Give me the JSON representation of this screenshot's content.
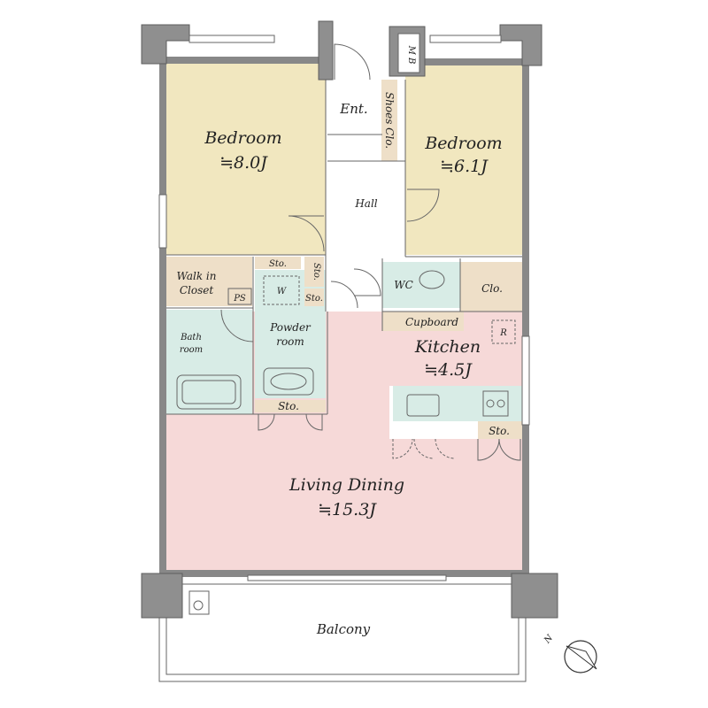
{
  "colors": {
    "bedroom": "#f1e7bf",
    "living": "#f6d9d8",
    "wet": "#d8ece6",
    "storage": "#eedfc8",
    "hall": "#ffffff",
    "wall": "#9a9a9a"
  },
  "rooms": {
    "bedroom_left": {
      "name": "Bedroom",
      "size": "≒8.0J"
    },
    "bedroom_right": {
      "name": "Bedroom",
      "size": "≒6.1J"
    },
    "kitchen": {
      "name": "Kitchen",
      "size": "≒4.5J"
    },
    "living": {
      "name": "Living Dining",
      "size": "≒15.3J"
    },
    "entrance": "Ent.",
    "hall": "Hall",
    "shoes": "Shoes Clo.",
    "mb": "M B",
    "walk_in_1": "Walk in",
    "walk_in_2": "Closet",
    "ps": "PS",
    "washer": "W",
    "powder_1": "Powder",
    "powder_2": "room",
    "bath_1": "Bath",
    "bath_2": "room",
    "wc": "WC",
    "clo": "Clo.",
    "cupboard": "Cupboard",
    "fridge": "R",
    "sto_top": "Sto.",
    "sto_side": "Sto.",
    "sto_small": "Sto.",
    "sto_bottom": "Sto.",
    "sto_kitchen": "Sto.",
    "balcony": "Balcony"
  },
  "compass": {
    "label": "N",
    "icon": "north-arrow-icon"
  }
}
